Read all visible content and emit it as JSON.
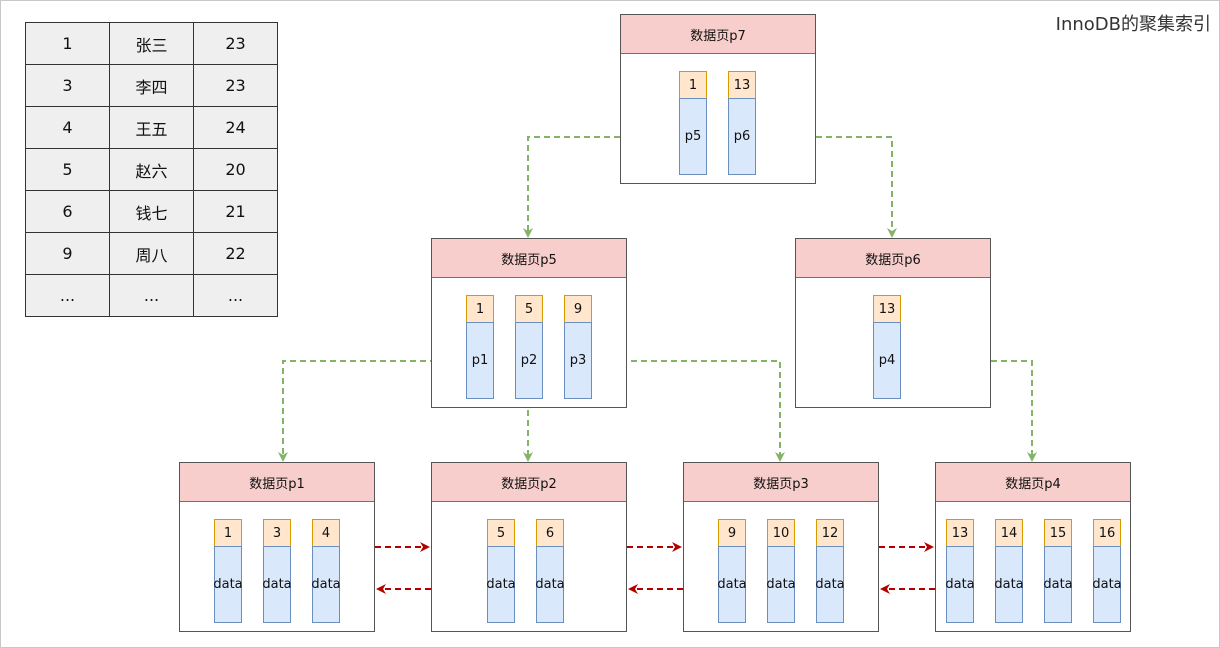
{
  "title": "InnoDB的聚集索引",
  "table": {
    "rows": [
      [
        "1",
        "张三",
        "23"
      ],
      [
        "3",
        "李四",
        "23"
      ],
      [
        "4",
        "王五",
        "24"
      ],
      [
        "5",
        "赵六",
        "20"
      ],
      [
        "6",
        "钱七",
        "21"
      ],
      [
        "9",
        "周八",
        "22"
      ],
      [
        "...",
        "...",
        "..."
      ]
    ]
  },
  "pages": {
    "p7": {
      "title": "数据页p7",
      "keys": [
        "1",
        "13"
      ],
      "ptrs": [
        "p5",
        "p6"
      ]
    },
    "p5": {
      "title": "数据页p5",
      "keys": [
        "1",
        "5",
        "9"
      ],
      "ptrs": [
        "p1",
        "p2",
        "p3"
      ]
    },
    "p6": {
      "title": "数据页p6",
      "keys": [
        "13"
      ],
      "ptrs": [
        "p4"
      ]
    },
    "p1": {
      "title": "数据页p1",
      "keys": [
        "1",
        "3",
        "4"
      ],
      "ptrs": [
        "data",
        "data",
        "data"
      ]
    },
    "p2": {
      "title": "数据页p2",
      "keys": [
        "5",
        "6"
      ],
      "ptrs": [
        "data",
        "data"
      ]
    },
    "p3": {
      "title": "数据页p3",
      "keys": [
        "9",
        "10",
        "12"
      ],
      "ptrs": [
        "data",
        "data",
        "data"
      ]
    },
    "p4": {
      "title": "数据页p4",
      "keys": [
        "13",
        "14",
        "15",
        "16"
      ],
      "ptrs": [
        "data",
        "data",
        "data",
        "data"
      ]
    }
  },
  "colors": {
    "page_header_fill": "#f8cecc",
    "key_fill": "#ffe6cc",
    "pointer_fill": "#dae8fc",
    "tree_link": "#82b366",
    "leaf_link": "#b20000"
  }
}
